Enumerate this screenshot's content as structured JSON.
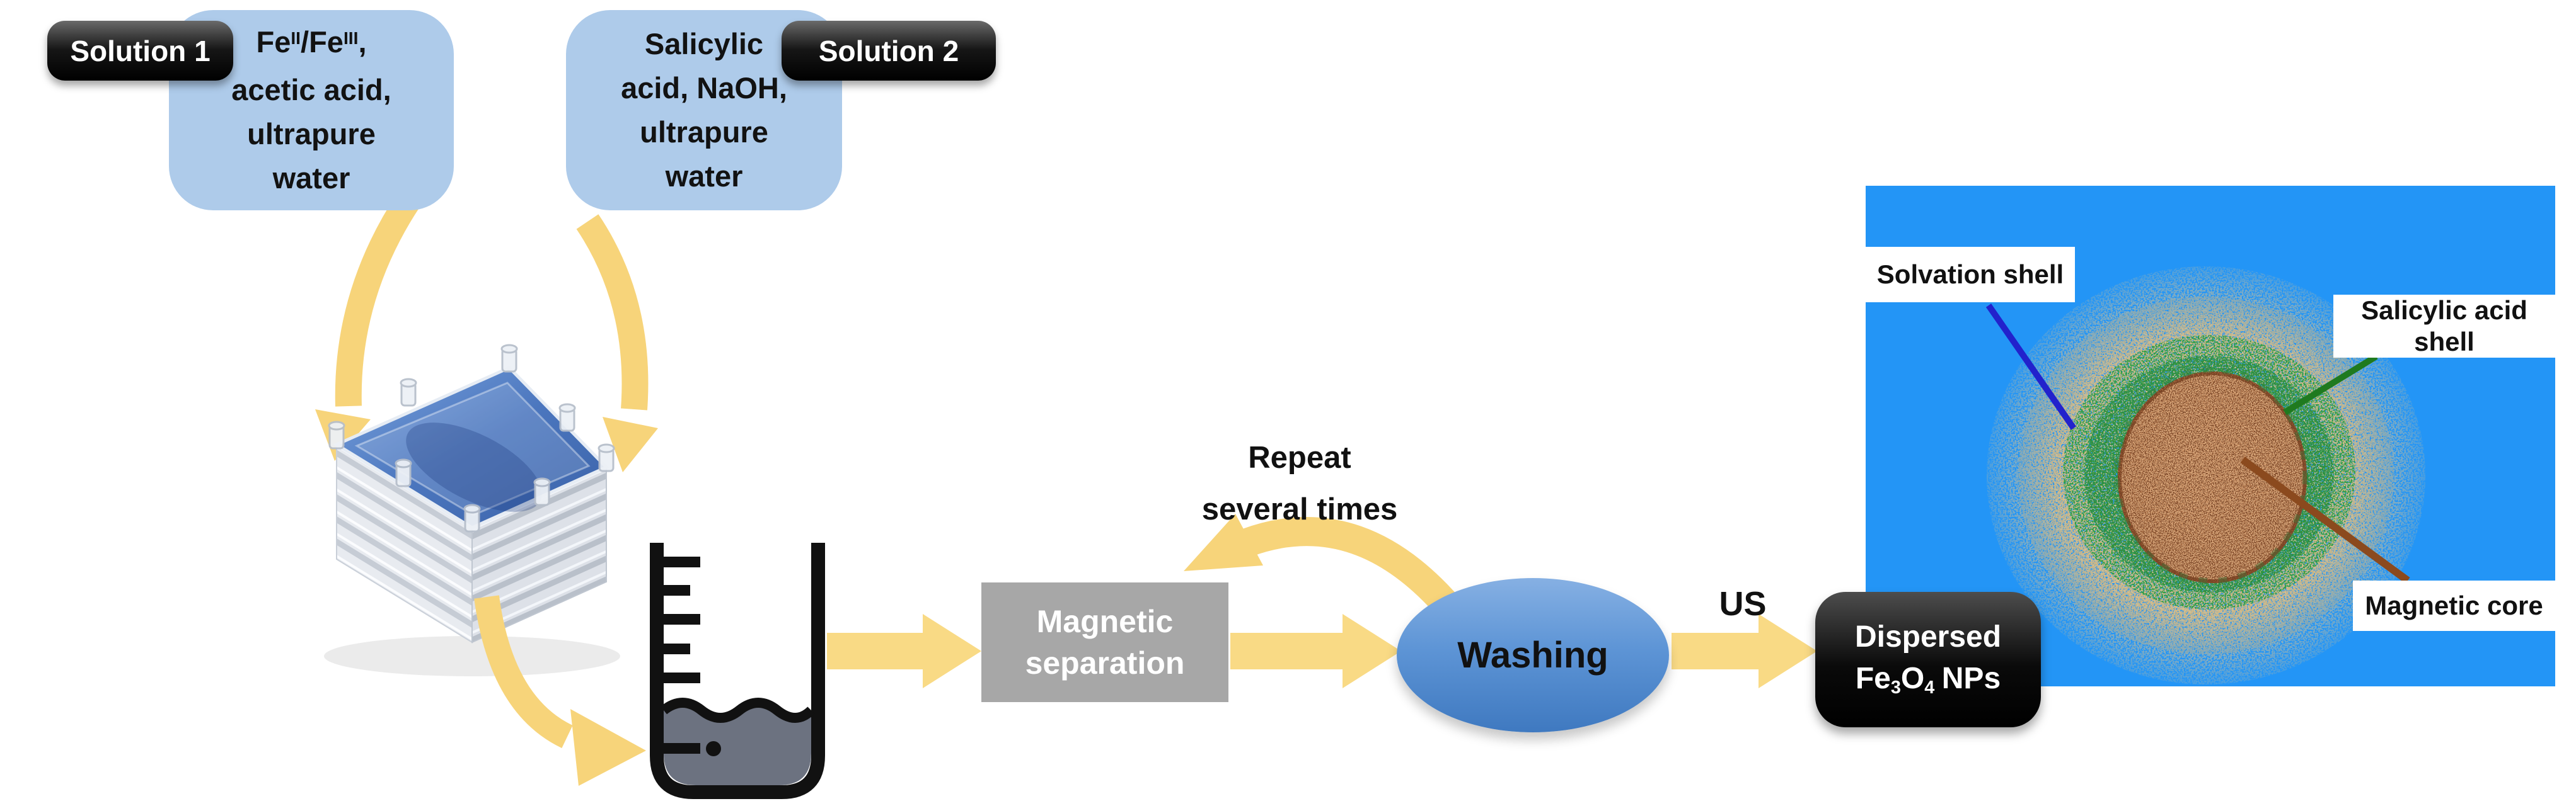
{
  "figure": {
    "type": "process-flow-diagram",
    "topic": "Microfluidic synthesis of salicylic-acid-coated Fe3O4 nanoparticles"
  },
  "solution1": {
    "badge": "Solution 1",
    "line1": {
      "fe1": "Fe",
      "sup1": "II",
      "slash_fe": "/Fe",
      "sup2": "III",
      "comma": ","
    },
    "line2": "acetic acid,",
    "line3": "ultrapure",
    "line4": "water"
  },
  "solution2": {
    "badge": "Solution 2",
    "line1": "Salicylic",
    "line2": "acid, NaOH,",
    "line3": "ultrapure",
    "line4": "water"
  },
  "process": {
    "magnetic_separation_line1": "Magnetic",
    "magnetic_separation_line2": "separation",
    "repeat_line1": "Repeat",
    "repeat_line2": "several times",
    "washing": "Washing",
    "us_label": "US",
    "dispersed_line1": "Dispersed",
    "dispersed_line2": {
      "fe": "Fe",
      "sub3": "3",
      "o": "O",
      "sub4": "4",
      "nps": "NPs"
    }
  },
  "panel": {
    "labels": {
      "solvation": "Solvation shell",
      "salicylic_line1": "Salicylic acid",
      "salicylic_line2": "shell",
      "magnetic_core": "Magnetic core"
    }
  },
  "icons": {
    "chip": "microfluidic-chip-stack",
    "beaker": "beaker-half-full-gray-liquid",
    "flow_arrows": "yellow-block-and-curved-arrows",
    "repeat_arrow": "yellow-curved-loop-arrow"
  },
  "colors": {
    "arrow_yellow": "#F7D47A",
    "solution_box_blue": "#AECBEA",
    "panel_blue": "#2395F6",
    "gray_box": "#A7A7A7",
    "beaker_liquid": "#6C7280",
    "washing_top": "#86B0E3",
    "washing_bottom": "#3F79C0",
    "pill_black": "#000000",
    "solvation_line": "#2222CC",
    "salicylic_line": "#1F7A1F",
    "core_line": "#8B4A1E",
    "shell_tan": "#D7C192",
    "shell_green": "#2F9E47",
    "core_brown": "#A96A3E"
  }
}
